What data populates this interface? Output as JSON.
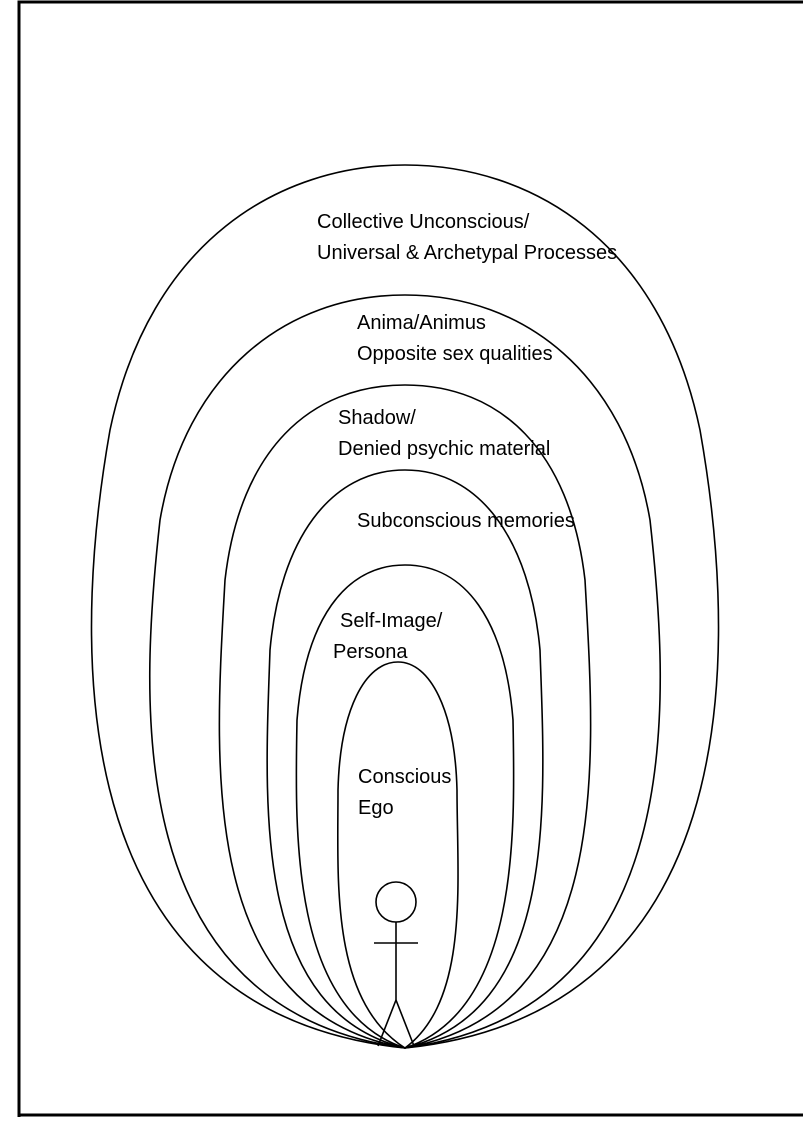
{
  "diagram": {
    "layers": [
      {
        "id": "collective",
        "lines": [
          "Collective Unconscious/",
          "Universal & Archetypal Processes"
        ]
      },
      {
        "id": "anima",
        "lines": [
          "Anima/Animus",
          "Opposite sex qualities"
        ]
      },
      {
        "id": "shadow",
        "lines": [
          "Shadow/",
          "Denied psychic material"
        ]
      },
      {
        "id": "subconscious",
        "lines": [
          "Subconscious memories"
        ]
      },
      {
        "id": "self-image",
        "lines": [
          "Self-Image/",
          "Persona"
        ]
      },
      {
        "id": "conscious",
        "lines": [
          "Conscious",
          "Ego"
        ]
      }
    ],
    "colors": {
      "stroke": "#000000",
      "background": "#ffffff"
    },
    "figure_icon": "stick-figure-icon"
  }
}
